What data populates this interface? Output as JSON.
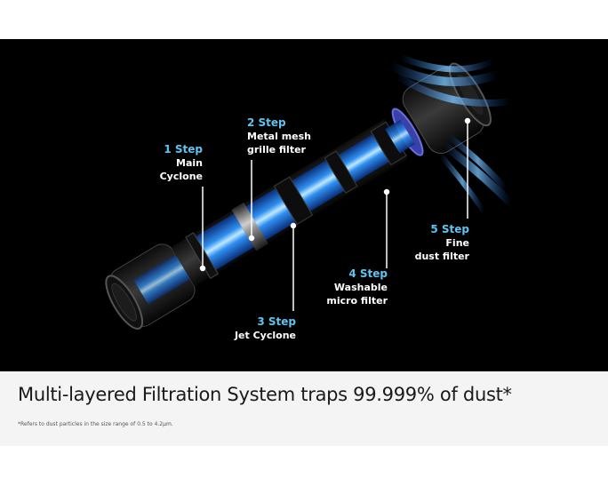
{
  "steps": [
    {
      "step": "1 Step",
      "line1": "Main",
      "line2": "Cyclone"
    },
    {
      "step": "2 Step",
      "line1": "Metal mesh",
      "line2": "grille filter"
    },
    {
      "step": "3 Step",
      "line1": "Jet Cyclone",
      "line2": ""
    },
    {
      "step": "4 Step",
      "line1": "Washable",
      "line2": "micro filter"
    },
    {
      "step": "5 Step",
      "line1": "Fine",
      "line2": "dust filter"
    }
  ],
  "caption": {
    "headline": "Multi-layered Filtration System traps 99.999% of dust*",
    "footnote": "*Refers to dust particles in the size range of 0.5 to 4.2µm."
  },
  "colors": {
    "accent": "#5ec4f2",
    "background": "#000000",
    "caption_bg": "#f4f4f4"
  }
}
